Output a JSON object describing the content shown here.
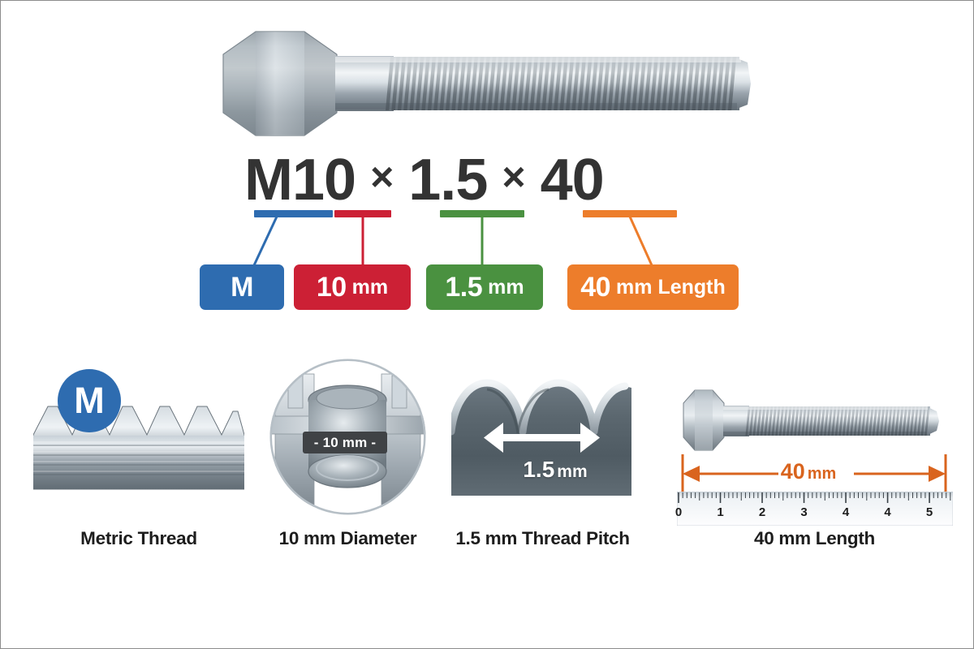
{
  "designation": {
    "part1": "M10",
    "separator1": "×",
    "part2": "1.5",
    "separator2": "×",
    "part3": "40"
  },
  "colors": {
    "blue": "#2e6cb0",
    "red": "#cc2035",
    "green": "#4a9140",
    "orange": "#ed7d2b",
    "text_dark": "#333333",
    "tag_dark": "#3f4245",
    "metal_light": "#e2e6ea",
    "metal_mid": "#9aa4ad",
    "metal_dark": "#6d7780",
    "steel_dark": "#58636b"
  },
  "chips": [
    {
      "name": "chip-prefix",
      "num": "M",
      "unit": "",
      "color": "#2e6cb0"
    },
    {
      "name": "chip-diameter",
      "num": "10",
      "unit": "mm",
      "color": "#cc2035"
    },
    {
      "name": "chip-pitch",
      "num": "1.5",
      "unit": "mm",
      "color": "#4a9140"
    },
    {
      "name": "chip-length",
      "num": "40",
      "unit": "mm Length",
      "color": "#ed7d2b"
    }
  ],
  "panels": [
    {
      "name": "panel-metric-thread",
      "caption": "Metric Thread",
      "badge": "M"
    },
    {
      "name": "panel-diameter",
      "caption": "10 mm Diameter",
      "tag": "- 10 mm -"
    },
    {
      "name": "panel-pitch",
      "caption": "1.5 mm Thread Pitch",
      "value": "1.5",
      "unit": "mm"
    },
    {
      "name": "panel-length",
      "caption": "40 mm Length",
      "value": "40",
      "unit": "mm"
    }
  ],
  "ruler": {
    "ticks": [
      "0",
      "1",
      "2",
      "3",
      "4",
      "4",
      "5"
    ]
  }
}
